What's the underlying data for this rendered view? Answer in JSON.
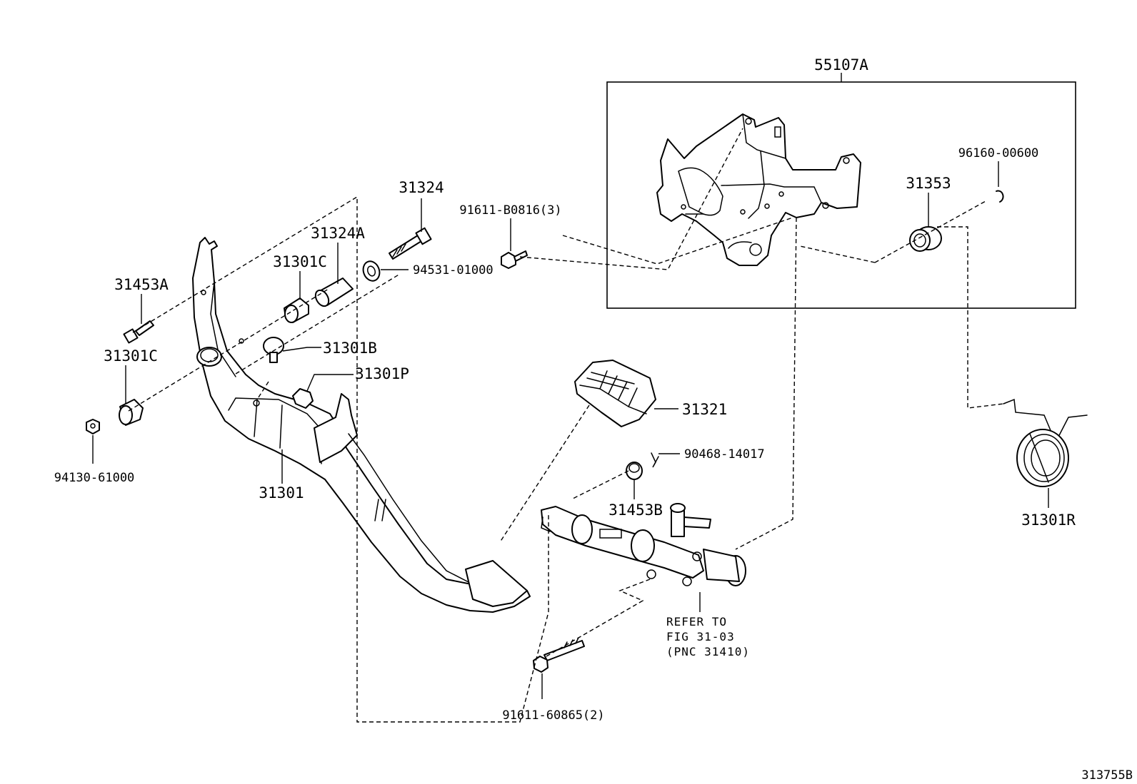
{
  "diagram_id": "313755B",
  "assembly_box": {
    "label": "55107A"
  },
  "labels": {
    "l_31324": "31324",
    "l_91611_b0816": "91611-B0816(3)",
    "l_96160": "96160-00600",
    "l_31353": "31353",
    "l_31324a": "31324A",
    "l_31301c_top": "31301C",
    "l_31453a": "31453A",
    "l_94531": "94531-01000",
    "l_31301b": "31301B",
    "l_31301c_bot": "31301C",
    "l_31301p": "31301P",
    "l_31321": "31321",
    "l_90468": "90468-14017",
    "l_94130": "94130-61000",
    "l_31301": "31301",
    "l_31453b": "31453B",
    "l_31301r": "31301R",
    "l_refer_1": "REFER TO",
    "l_refer_2": "FIG 31-03",
    "l_refer_3": "(PNC 31410)",
    "l_91611_60865": "91611-60865(2)"
  }
}
